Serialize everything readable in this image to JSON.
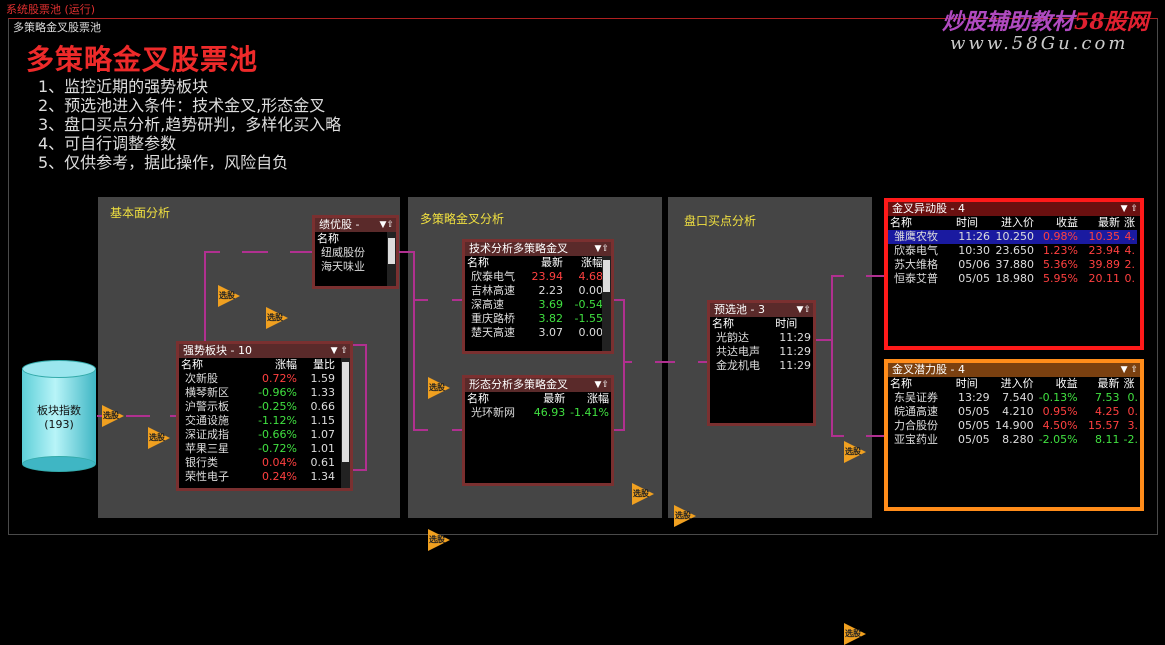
{
  "window": {
    "title": "系统股票池 (运行)",
    "panel_title": "多策略金叉股票池"
  },
  "heading": {
    "title": "多策略金叉股票池",
    "lines": [
      "1、监控近期的强势板块",
      "2、预选池进入条件：技术金叉,形态金叉",
      "3、盘口买点分析,趋势研判，多样化买入略",
      "4、可自行调整参数",
      "5、仅供参考，据此操作，风险自负"
    ]
  },
  "watermark": {
    "brand_a": "炒股辅助教材",
    "brand_b": "58股网",
    "url": "www.58Gu.com"
  },
  "sections": {
    "fundamental": "基本面分析",
    "strategy": "多策略金叉分析",
    "orderbook": "盘口买点分析"
  },
  "index_db": {
    "label": "板块指数",
    "count": "(193)"
  },
  "strong": {
    "title": "强势板块 - 10",
    "headers": [
      "名称",
      "涨幅",
      "量比"
    ],
    "rows": [
      [
        "次新股",
        "0.72%",
        "1.59",
        "red"
      ],
      [
        "横琴新区",
        "-0.96%",
        "1.33",
        "green"
      ],
      [
        "沪警示板",
        "-0.25%",
        "0.66",
        "green"
      ],
      [
        "交通设施",
        "-1.12%",
        "1.15",
        "green"
      ],
      [
        "深证成指",
        "-0.66%",
        "1.07",
        "green"
      ],
      [
        "苹果三星",
        "-0.72%",
        "1.01",
        "green"
      ],
      [
        "银行类",
        "0.04%",
        "0.61",
        "red"
      ],
      [
        "荣性电子",
        "0.24%",
        "1.34",
        "red"
      ]
    ]
  },
  "premium": {
    "title": "绩优股 -",
    "header": "名称",
    "rows": [
      "纽威股份",
      "海天味业"
    ]
  },
  "tech": {
    "title": "技术分析多策略金叉",
    "headers": [
      "名称",
      "最新",
      "涨幅"
    ],
    "rows": [
      [
        "欣泰电气",
        "23.94",
        "4.68",
        "red"
      ],
      [
        "吉林高速",
        "2.23",
        "0.00",
        "white"
      ],
      [
        "深高速",
        "3.69",
        "-0.54",
        "green"
      ],
      [
        "重庆路桥",
        "3.82",
        "-1.55",
        "green"
      ],
      [
        "楚天高速",
        "3.07",
        "0.00",
        "white"
      ]
    ]
  },
  "form": {
    "title": "形态分析多策略金叉",
    "headers": [
      "名称",
      "最新",
      "涨幅"
    ],
    "rows": [
      [
        "光环新网",
        "46.93",
        "-1.41%",
        "green"
      ]
    ]
  },
  "presel": {
    "title": "预选池 - 3",
    "headers": [
      "名称",
      "时间"
    ],
    "rows": [
      [
        "光韵达",
        "11:29"
      ],
      [
        "共达电声",
        "11:29"
      ],
      [
        "金龙机电",
        "11:29"
      ]
    ]
  },
  "abnormal": {
    "title": "金叉异动股 - 4",
    "headers": [
      "名称",
      "时间",
      "进入价",
      "收益",
      "最新",
      "涨"
    ],
    "rows": [
      [
        "雏鹰农牧",
        "11:26",
        "10.250",
        "0.98%",
        "10.35",
        "4.",
        "red"
      ],
      [
        "欣泰电气",
        "10:30",
        "23.650",
        "1.23%",
        "23.94",
        "4.",
        "red"
      ],
      [
        "苏大维格",
        "05/06",
        "37.880",
        "5.36%",
        "39.89",
        "2.",
        "red"
      ],
      [
        "恒泰艾普",
        "05/05",
        "18.980",
        "5.95%",
        "20.11",
        "0.",
        "red"
      ]
    ]
  },
  "potential": {
    "title": "金叉潜力股 - 4",
    "headers": [
      "名称",
      "时间",
      "进入价",
      "收益",
      "最新",
      "涨"
    ],
    "rows": [
      [
        "东吴证券",
        "13:29",
        "7.540",
        "-0.13%",
        "7.53",
        "0.",
        "green"
      ],
      [
        "皖通高速",
        "05/05",
        "4.210",
        "0.95%",
        "4.25",
        "0.",
        "red"
      ],
      [
        "力合股份",
        "05/05",
        "14.900",
        "4.50%",
        "15.57",
        "3.",
        "red"
      ],
      [
        "亚宝药业",
        "05/05",
        "8.280",
        "-2.05%",
        "8.11",
        "-2.",
        "green"
      ]
    ]
  },
  "colors": {
    "accent_red": "#ee2a2a",
    "section_title": "#f0e040",
    "abnormal_border": "#ff1a1a",
    "potential_border": "#ff8c1a",
    "flow_line": "#b03090",
    "node": "#f0a020"
  }
}
